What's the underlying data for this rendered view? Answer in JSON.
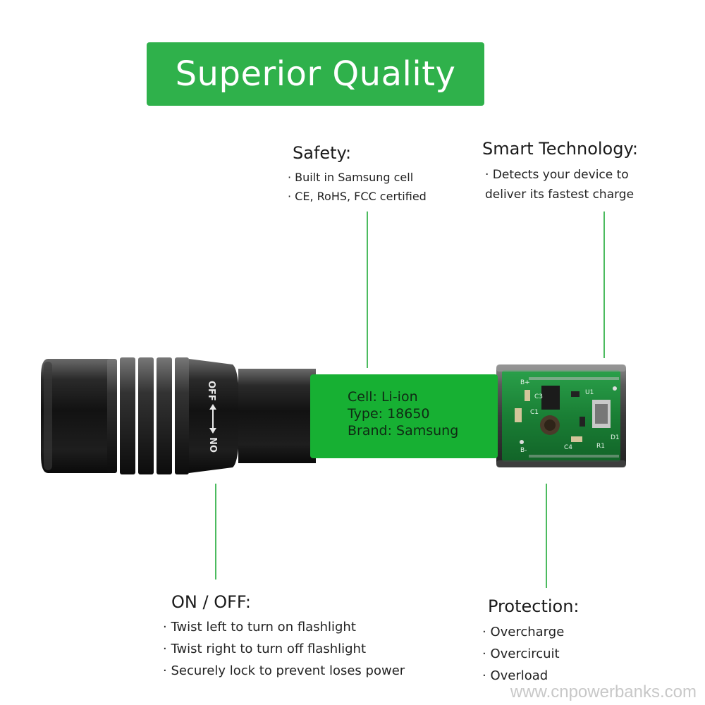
{
  "title": "Superior Quality",
  "safety": {
    "heading": "Safety:",
    "bullets": [
      "· Built in Samsung cell",
      "· CE, RoHS, FCC certified"
    ]
  },
  "smart": {
    "heading": "Smart Technology:",
    "bullets": [
      "· Detects your device to",
      "deliver its fastest charge"
    ]
  },
  "cell": {
    "lines": [
      "Cell: Li-ion",
      "Type: 18650",
      "Brand: Samsung"
    ]
  },
  "switch_marks": {
    "off": "OFF",
    "on": "ON"
  },
  "onoff": {
    "heading": "ON / OFF:",
    "bullets": [
      "· Twist left to turn on flashlight",
      "· Twist right to turn off flashlight",
      "· Securely lock to prevent loses power"
    ]
  },
  "protection": {
    "heading": "Protection:",
    "bullets": [
      "· Overcharge",
      "· Overcircuit",
      "· Overload"
    ]
  },
  "pcb_labels": [
    "C1",
    "C3",
    "C4",
    "U1",
    "D1",
    "B+",
    "B-",
    "R1"
  ],
  "watermark": "www.cnpowerbanks.com",
  "colors": {
    "brand_green": "#2fb14b",
    "label_green": "#17b033",
    "pcb_green": "#1e8a3a"
  }
}
